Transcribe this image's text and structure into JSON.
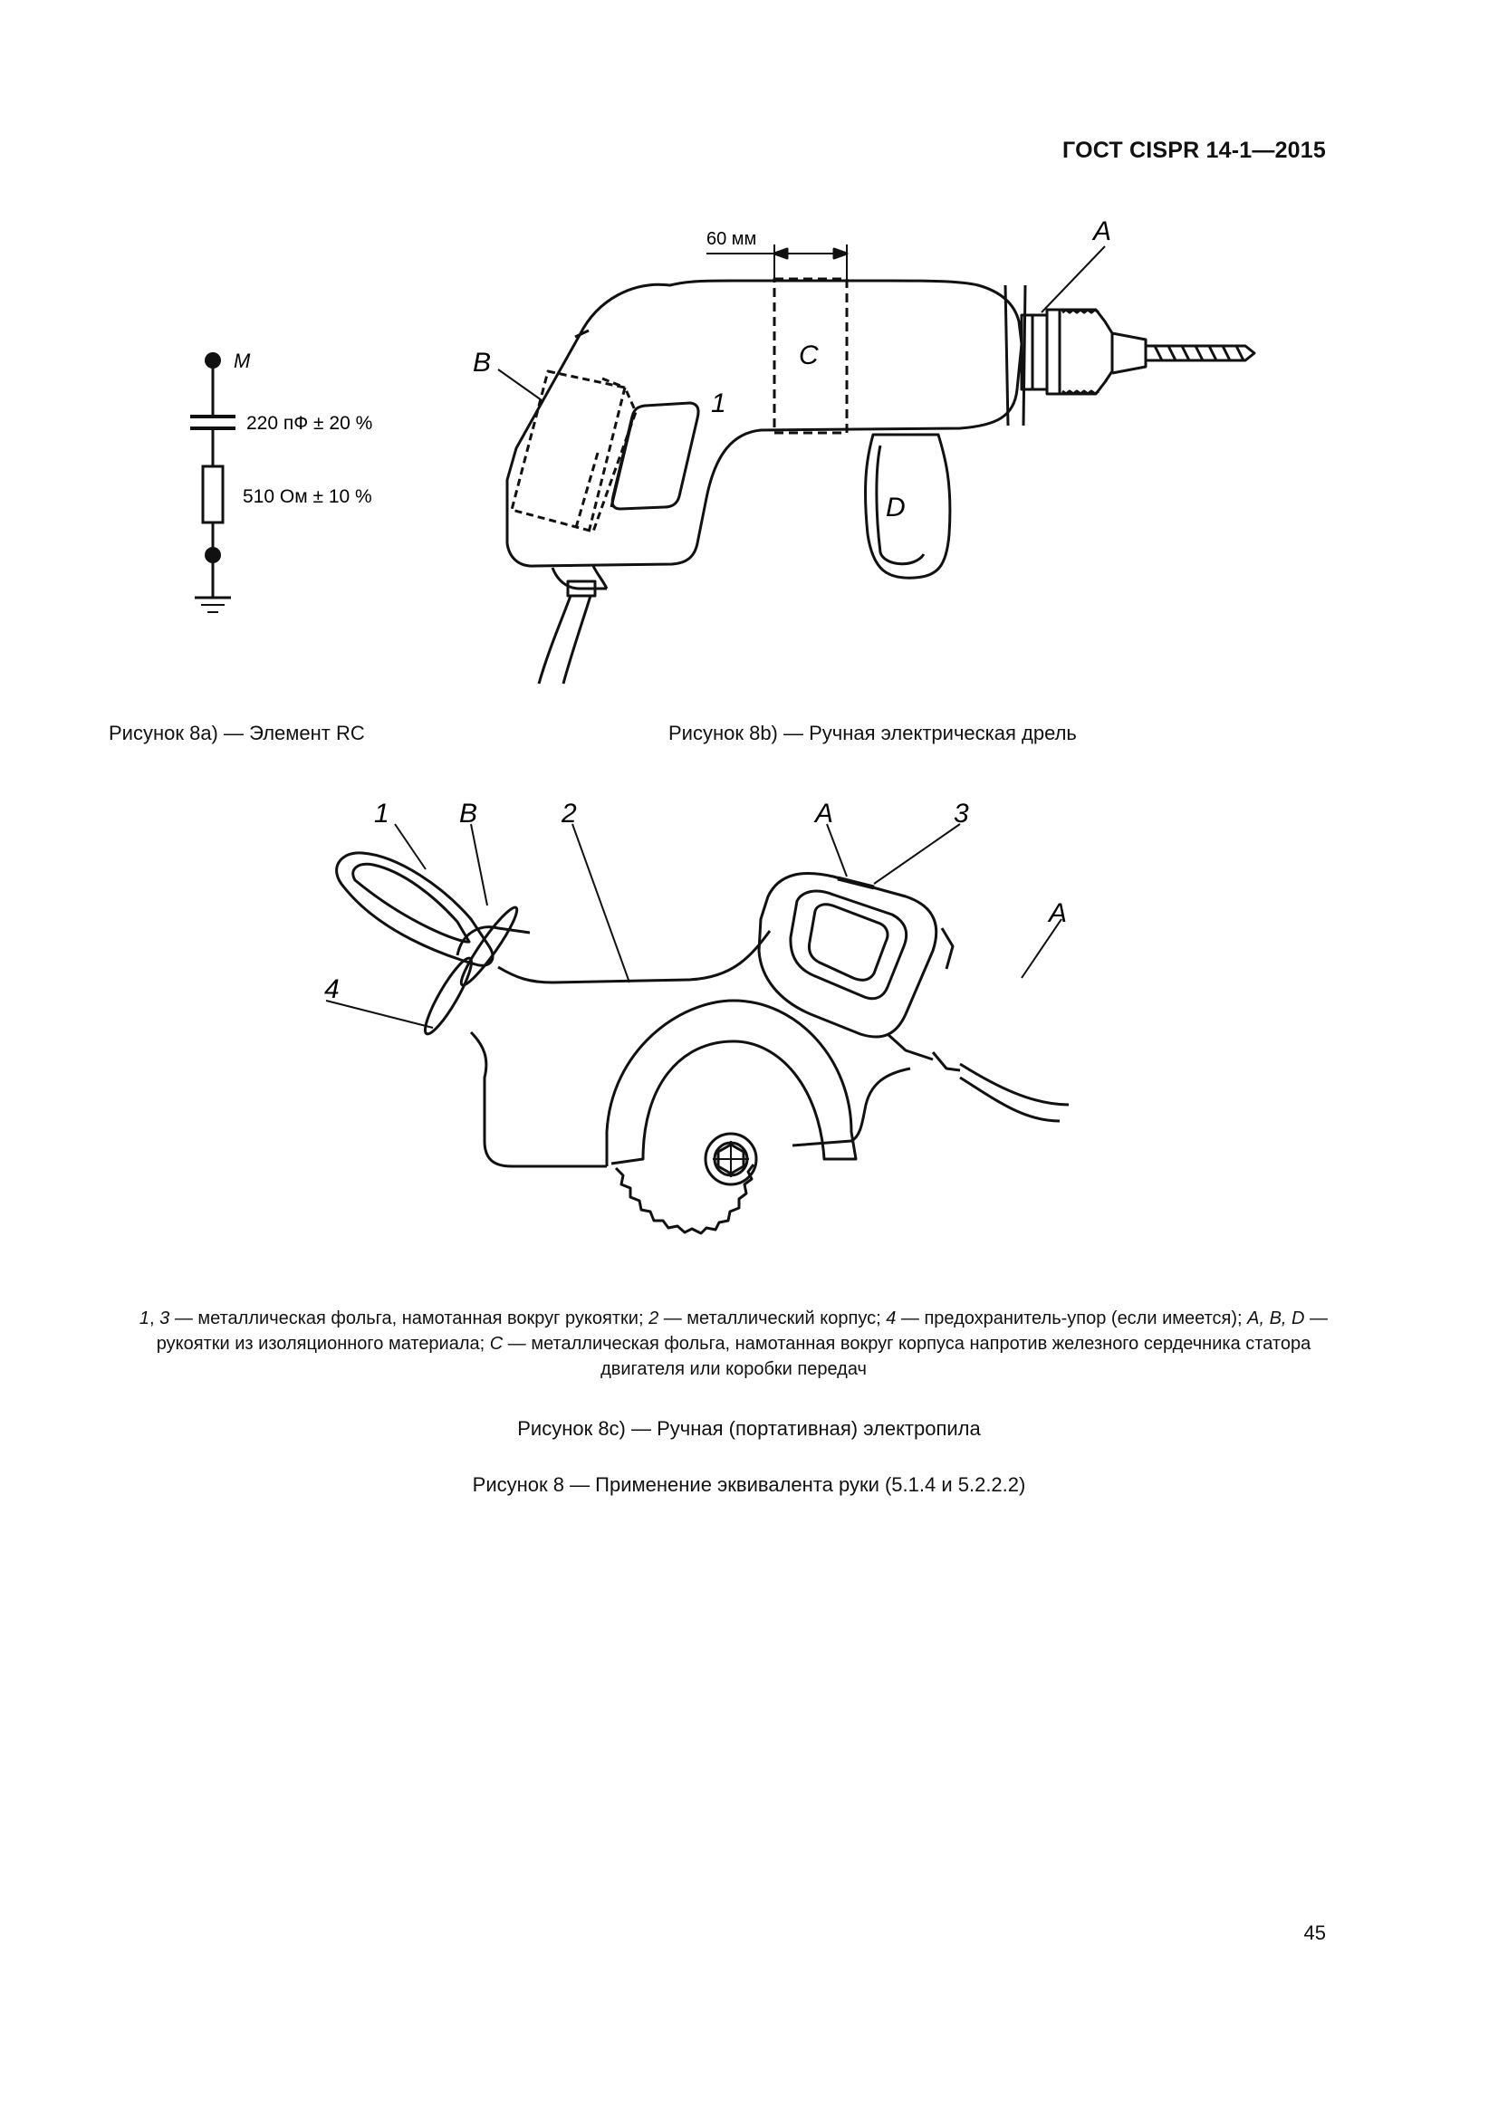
{
  "header": {
    "doc_code": "ГОСТ CISPR 14-1—2015"
  },
  "figure_8a": {
    "label_m": "M",
    "capacitor": "220 пФ ± 20 %",
    "resistor": "510 Ом ± 10 %",
    "caption": "Рисунок 8а) — Элемент RC"
  },
  "figure_8b": {
    "dimension": "60 мм",
    "labels": {
      "a": "A",
      "b": "B",
      "c": "C",
      "d": "D",
      "n1": "1"
    },
    "caption": "Рисунок 8b) — Ручная электрическая дрель"
  },
  "figure_8c": {
    "labels": {
      "n1": "1",
      "b": "B",
      "n2": "2",
      "a_top": "A",
      "n3": "3",
      "a_right": "A",
      "n4": "4"
    },
    "caption": "Рисунок 8с) — Ручная (портативная) электропила"
  },
  "legend": {
    "k1": "1",
    "sep": ", ",
    "k3": "3",
    "t1": " — металлическая фольга, намотанная вокруг рукоятки; ",
    "k2": "2",
    "t2": " — металлический корпус; ",
    "k4": "4",
    "t3": " — предохранитель-упор (если имеется); ",
    "kabd": "A, B, D",
    "t4": " — рукоятки из изоляционного материала; ",
    "kc": "C",
    "t5": " — металлическая фольга, намотанная вокруг корпуса напротив железного сердечника статора двигателя или коробки передач"
  },
  "figure_8": {
    "caption": "Рисунок 8 — Применение эквивалента руки (5.1.4 и 5.2.2.2)"
  },
  "page_number": "45"
}
